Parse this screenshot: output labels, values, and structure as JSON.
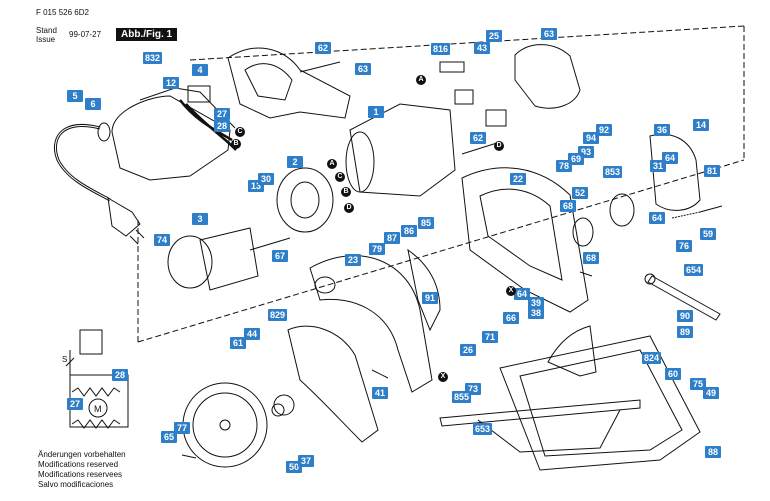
{
  "header": {
    "doc_number": "F 015 526 6D2",
    "stand_label": "Stand",
    "issue_label": "Issue",
    "date": "99-07-27",
    "figure": "Abb./Fig. 1"
  },
  "footer": [
    "Änderungen vorbehalten",
    "Modifications reserved",
    "Modifications reservees",
    "Salvo modificaciones"
  ],
  "colors": {
    "label_bg": "#2e7fc8",
    "label_text": "#ffffff",
    "line": "#111111"
  },
  "part_labels": [
    {
      "n": "832"
    },
    {
      "n": "12"
    },
    {
      "n": "4"
    },
    {
      "n": "62"
    },
    {
      "n": "63"
    },
    {
      "n": "816"
    },
    {
      "n": "43"
    },
    {
      "n": "25"
    },
    {
      "n": "63"
    },
    {
      "n": "5"
    },
    {
      "n": "6"
    },
    {
      "n": "27"
    },
    {
      "n": "28"
    },
    {
      "n": "1"
    },
    {
      "n": "62"
    },
    {
      "n": "94"
    },
    {
      "n": "92"
    },
    {
      "n": "36"
    },
    {
      "n": "14"
    },
    {
      "n": "93"
    },
    {
      "n": "69"
    },
    {
      "n": "78"
    },
    {
      "n": "64"
    },
    {
      "n": "31"
    },
    {
      "n": "81"
    },
    {
      "n": "2"
    },
    {
      "n": "13"
    },
    {
      "n": "30"
    },
    {
      "n": "22"
    },
    {
      "n": "853"
    },
    {
      "n": "52"
    },
    {
      "n": "68"
    },
    {
      "n": "64"
    },
    {
      "n": "3"
    },
    {
      "n": "87"
    },
    {
      "n": "85"
    },
    {
      "n": "86"
    },
    {
      "n": "79"
    },
    {
      "n": "74"
    },
    {
      "n": "67"
    },
    {
      "n": "23"
    },
    {
      "n": "76"
    },
    {
      "n": "59"
    },
    {
      "n": "68"
    },
    {
      "n": "654"
    },
    {
      "n": "64"
    },
    {
      "n": "39"
    },
    {
      "n": "91"
    },
    {
      "n": "66"
    },
    {
      "n": "38"
    },
    {
      "n": "90"
    },
    {
      "n": "89"
    },
    {
      "n": "829"
    },
    {
      "n": "44"
    },
    {
      "n": "61"
    },
    {
      "n": "71"
    },
    {
      "n": "26"
    },
    {
      "n": "824"
    },
    {
      "n": "28"
    },
    {
      "n": "60"
    },
    {
      "n": "75"
    },
    {
      "n": "49"
    },
    {
      "n": "27"
    },
    {
      "n": "41"
    },
    {
      "n": "73"
    },
    {
      "n": "855"
    },
    {
      "n": "653"
    },
    {
      "n": "77"
    },
    {
      "n": "65"
    },
    {
      "n": "50"
    },
    {
      "n": "37"
    },
    {
      "n": "88"
    }
  ],
  "connector_markers": [
    {
      "t": "A"
    },
    {
      "t": "B"
    },
    {
      "t": "C"
    },
    {
      "t": "A"
    },
    {
      "t": "C"
    },
    {
      "t": "B"
    },
    {
      "t": "D"
    },
    {
      "t": "D"
    },
    {
      "t": "X"
    },
    {
      "t": "X"
    }
  ],
  "symbols": {
    "motor": "M",
    "switch": "S"
  }
}
